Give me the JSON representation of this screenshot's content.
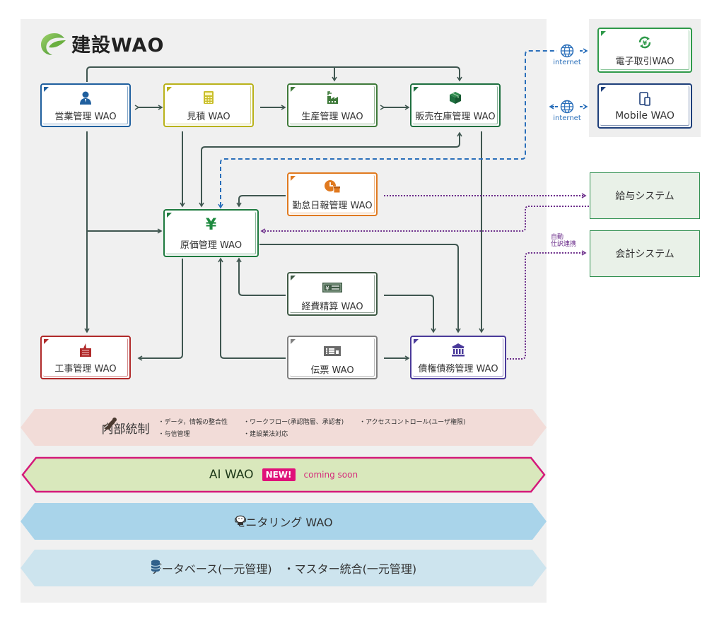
{
  "brand": {
    "logo_icon": "wao-swoosh-logo",
    "title": "建設WAO",
    "accent": "#5aa53a"
  },
  "modules": [
    {
      "id": "sales",
      "label": "営業管理 WAO",
      "icon": "person-icon",
      "color": "#1f5f9e",
      "glyph": "👤"
    },
    {
      "id": "estimate",
      "label": "見積 WAO",
      "icon": "calculator-icon",
      "color": "#b9b21a",
      "glyph": "▦"
    },
    {
      "id": "production",
      "label": "生産管理 WAO",
      "icon": "factory-icon",
      "color": "#3f7a3a",
      "glyph": "🏭"
    },
    {
      "id": "inventory",
      "label": "販売在庫管理 WAO",
      "icon": "box-icon",
      "color": "#1e6f3f",
      "glyph": "📦"
    },
    {
      "id": "attendance",
      "label": "勤怠日報管理 WAO",
      "icon": "clock-calendar-icon",
      "color": "#e07a20",
      "glyph": "◔"
    },
    {
      "id": "cost",
      "label": "原価管理 WAO",
      "icon": "yen-icon",
      "color": "#1e7a3f",
      "glyph": "¥"
    },
    {
      "id": "expense",
      "label": "経費精算 WAO",
      "icon": "yen-bill-icon",
      "color": "#3f5a45",
      "glyph": "¥="
    },
    {
      "id": "construction",
      "label": "工事管理 WAO",
      "icon": "document-pen-icon",
      "color": "#b02a2a",
      "glyph": "▤"
    },
    {
      "id": "slip",
      "label": "伝票 WAO",
      "icon": "slip-icon",
      "color": "#808080",
      "glyph": "☰"
    },
    {
      "id": "receivables",
      "label": "債権債務管理 WAO",
      "icon": "bank-icon",
      "color": "#4a3a9a",
      "glyph": "🏛"
    },
    {
      "id": "ecommerce",
      "label": "電子取引WAO",
      "icon": "yen-cycle-icon",
      "color": "#2f9a4a",
      "glyph": "♻"
    },
    {
      "id": "mobile",
      "label": "Mobile WAO",
      "icon": "mobile-tablet-icon",
      "color": "#1e3f7a",
      "glyph": "▯"
    }
  ],
  "external": {
    "payroll": "給与システム",
    "accounting": "会計システム",
    "auto_journal": [
      "自動",
      "仕訳連携"
    ],
    "internet_label": "internet"
  },
  "bands": {
    "internal_control": {
      "title": "内部統制",
      "icon": "stamp-icon",
      "items": [
        "・データ，情報の整合性",
        "・ワークフロー(承認階層、承認者)",
        "・アクセスコントロール(ユーザ権限)",
        "・与信管理",
        "・建設業法対応"
      ]
    },
    "ai": {
      "title": "AI WAO",
      "badge": "NEW!",
      "note": "coming soon"
    },
    "monitoring": {
      "title": "モニタリング WAO",
      "icon": "dog-icon"
    },
    "database": {
      "title": "データベース(一元管理)　・マスター統合(一元管理)",
      "icon": "database-icon"
    }
  },
  "colors": {
    "wire": "#3f5650",
    "internet": "#2a6fba",
    "dotted": "#6b2c8a",
    "ai_border": "#d4197a"
  }
}
